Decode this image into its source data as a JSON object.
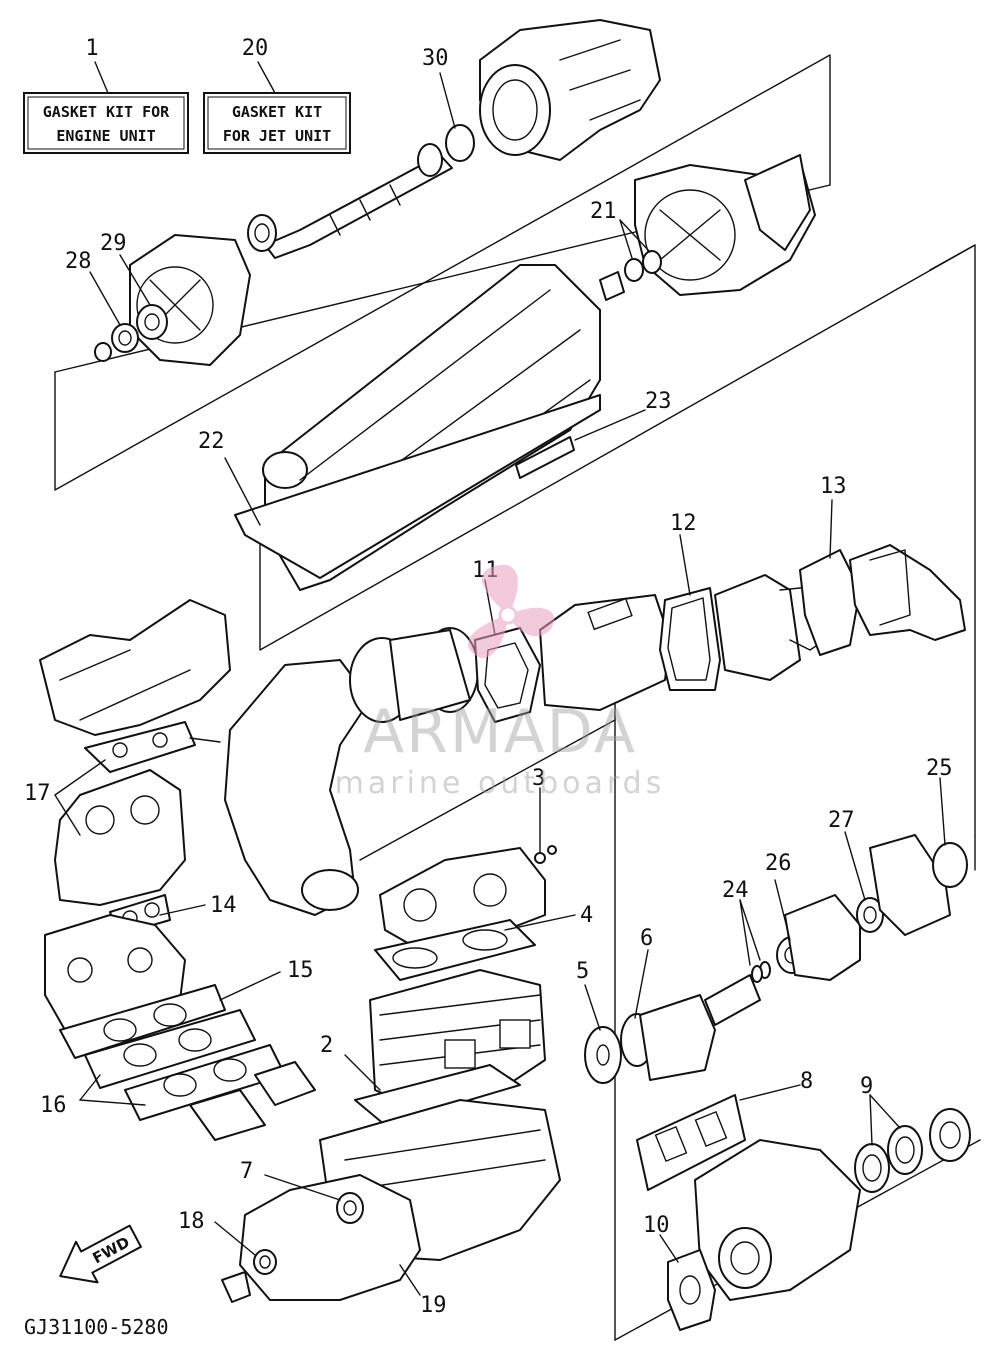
{
  "kit_boxes": [
    {
      "number": "1",
      "line1": "GASKET KIT FOR",
      "line2": "ENGINE UNIT"
    },
    {
      "number": "20",
      "line1": "GASKET KIT",
      "line2": "FOR JET UNIT"
    }
  ],
  "callouts": [
    "2",
    "3",
    "4",
    "5",
    "6",
    "7",
    "8",
    "9",
    "10",
    "11",
    "12",
    "13",
    "14",
    "15",
    "16",
    "17",
    "18",
    "19",
    "21",
    "22",
    "23",
    "24",
    "25",
    "26",
    "27",
    "28",
    "29",
    "30"
  ],
  "fwd_label": "FWD",
  "diagram_code": "GJ31100-5280",
  "watermark": {
    "brand": "ARMADA",
    "tagline": "marine outboards",
    "accent_color": "#e8a0c0"
  }
}
